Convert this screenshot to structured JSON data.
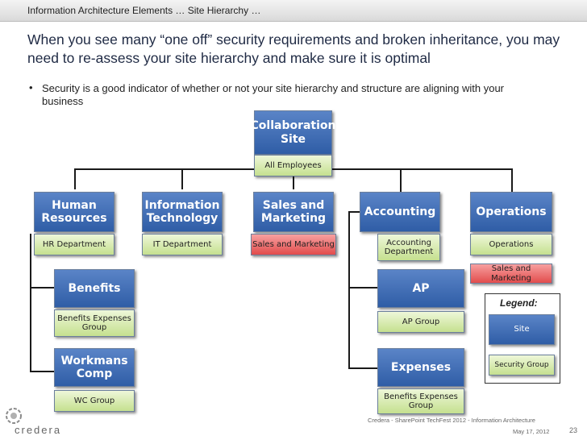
{
  "header": {
    "breadcrumb": "Information Architecture Elements … Site Hierarchy …",
    "headline": "When you see many “one off” security requirements and broken inheritance, you may need to re-assess your site hierarchy and make sure it is optimal",
    "bullet": "Security is a good indicator of whether or not your site hierarchy and structure are aligning with your business",
    "bullet_marker": "•"
  },
  "org": {
    "root": {
      "site": "Collaboration Site",
      "group": "All Employees"
    },
    "hr": {
      "site": "Human Resources",
      "group": "HR Department"
    },
    "it": {
      "site": "Information Technology",
      "group": "IT Department"
    },
    "sales": {
      "site": "Sales and Marketing",
      "group": "Sales and Marketing"
    },
    "accounting": {
      "site": "Accounting",
      "group": "Accounting Department"
    },
    "operations": {
      "site": "Operations",
      "group": "Operations",
      "extra_group": "Sales and Marketing"
    },
    "benefits": {
      "site": "Benefits",
      "group": "Benefits Expenses Group"
    },
    "workmans": {
      "site": "Workmans Comp",
      "group": "WC Group"
    },
    "ap": {
      "site": "AP",
      "group": "AP Group"
    },
    "expenses": {
      "site": "Expenses",
      "group": "Benefits Expenses Group"
    }
  },
  "legend": {
    "title": "Legend:",
    "site": "Site",
    "group": "Security Group"
  },
  "footer": {
    "event": "Credera - SharePoint TechFest 2012 - Information Architecture",
    "date": "May 17, 2012",
    "page": "23",
    "logo": "credera"
  },
  "colors": {
    "site_blue": "#3a68b0",
    "group_green": "#d6eaa8",
    "group_red": "#ee6b6b",
    "headline": "#1f2a44"
  }
}
